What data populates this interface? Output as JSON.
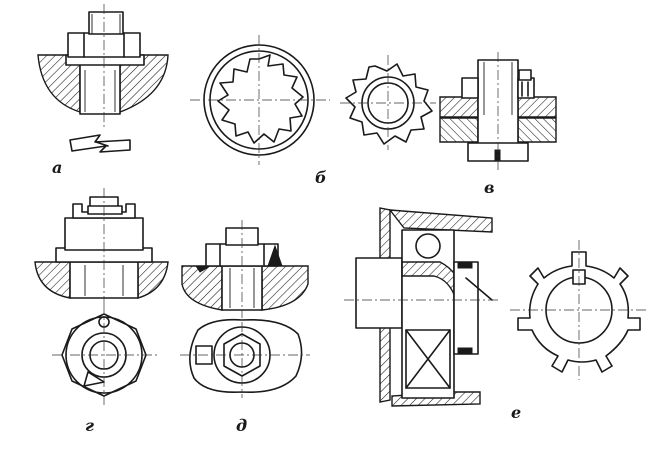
{
  "labels": {
    "a": "а",
    "b": "б",
    "v": "в",
    "g": "г",
    "d": "д",
    "e": "е"
  }
}
